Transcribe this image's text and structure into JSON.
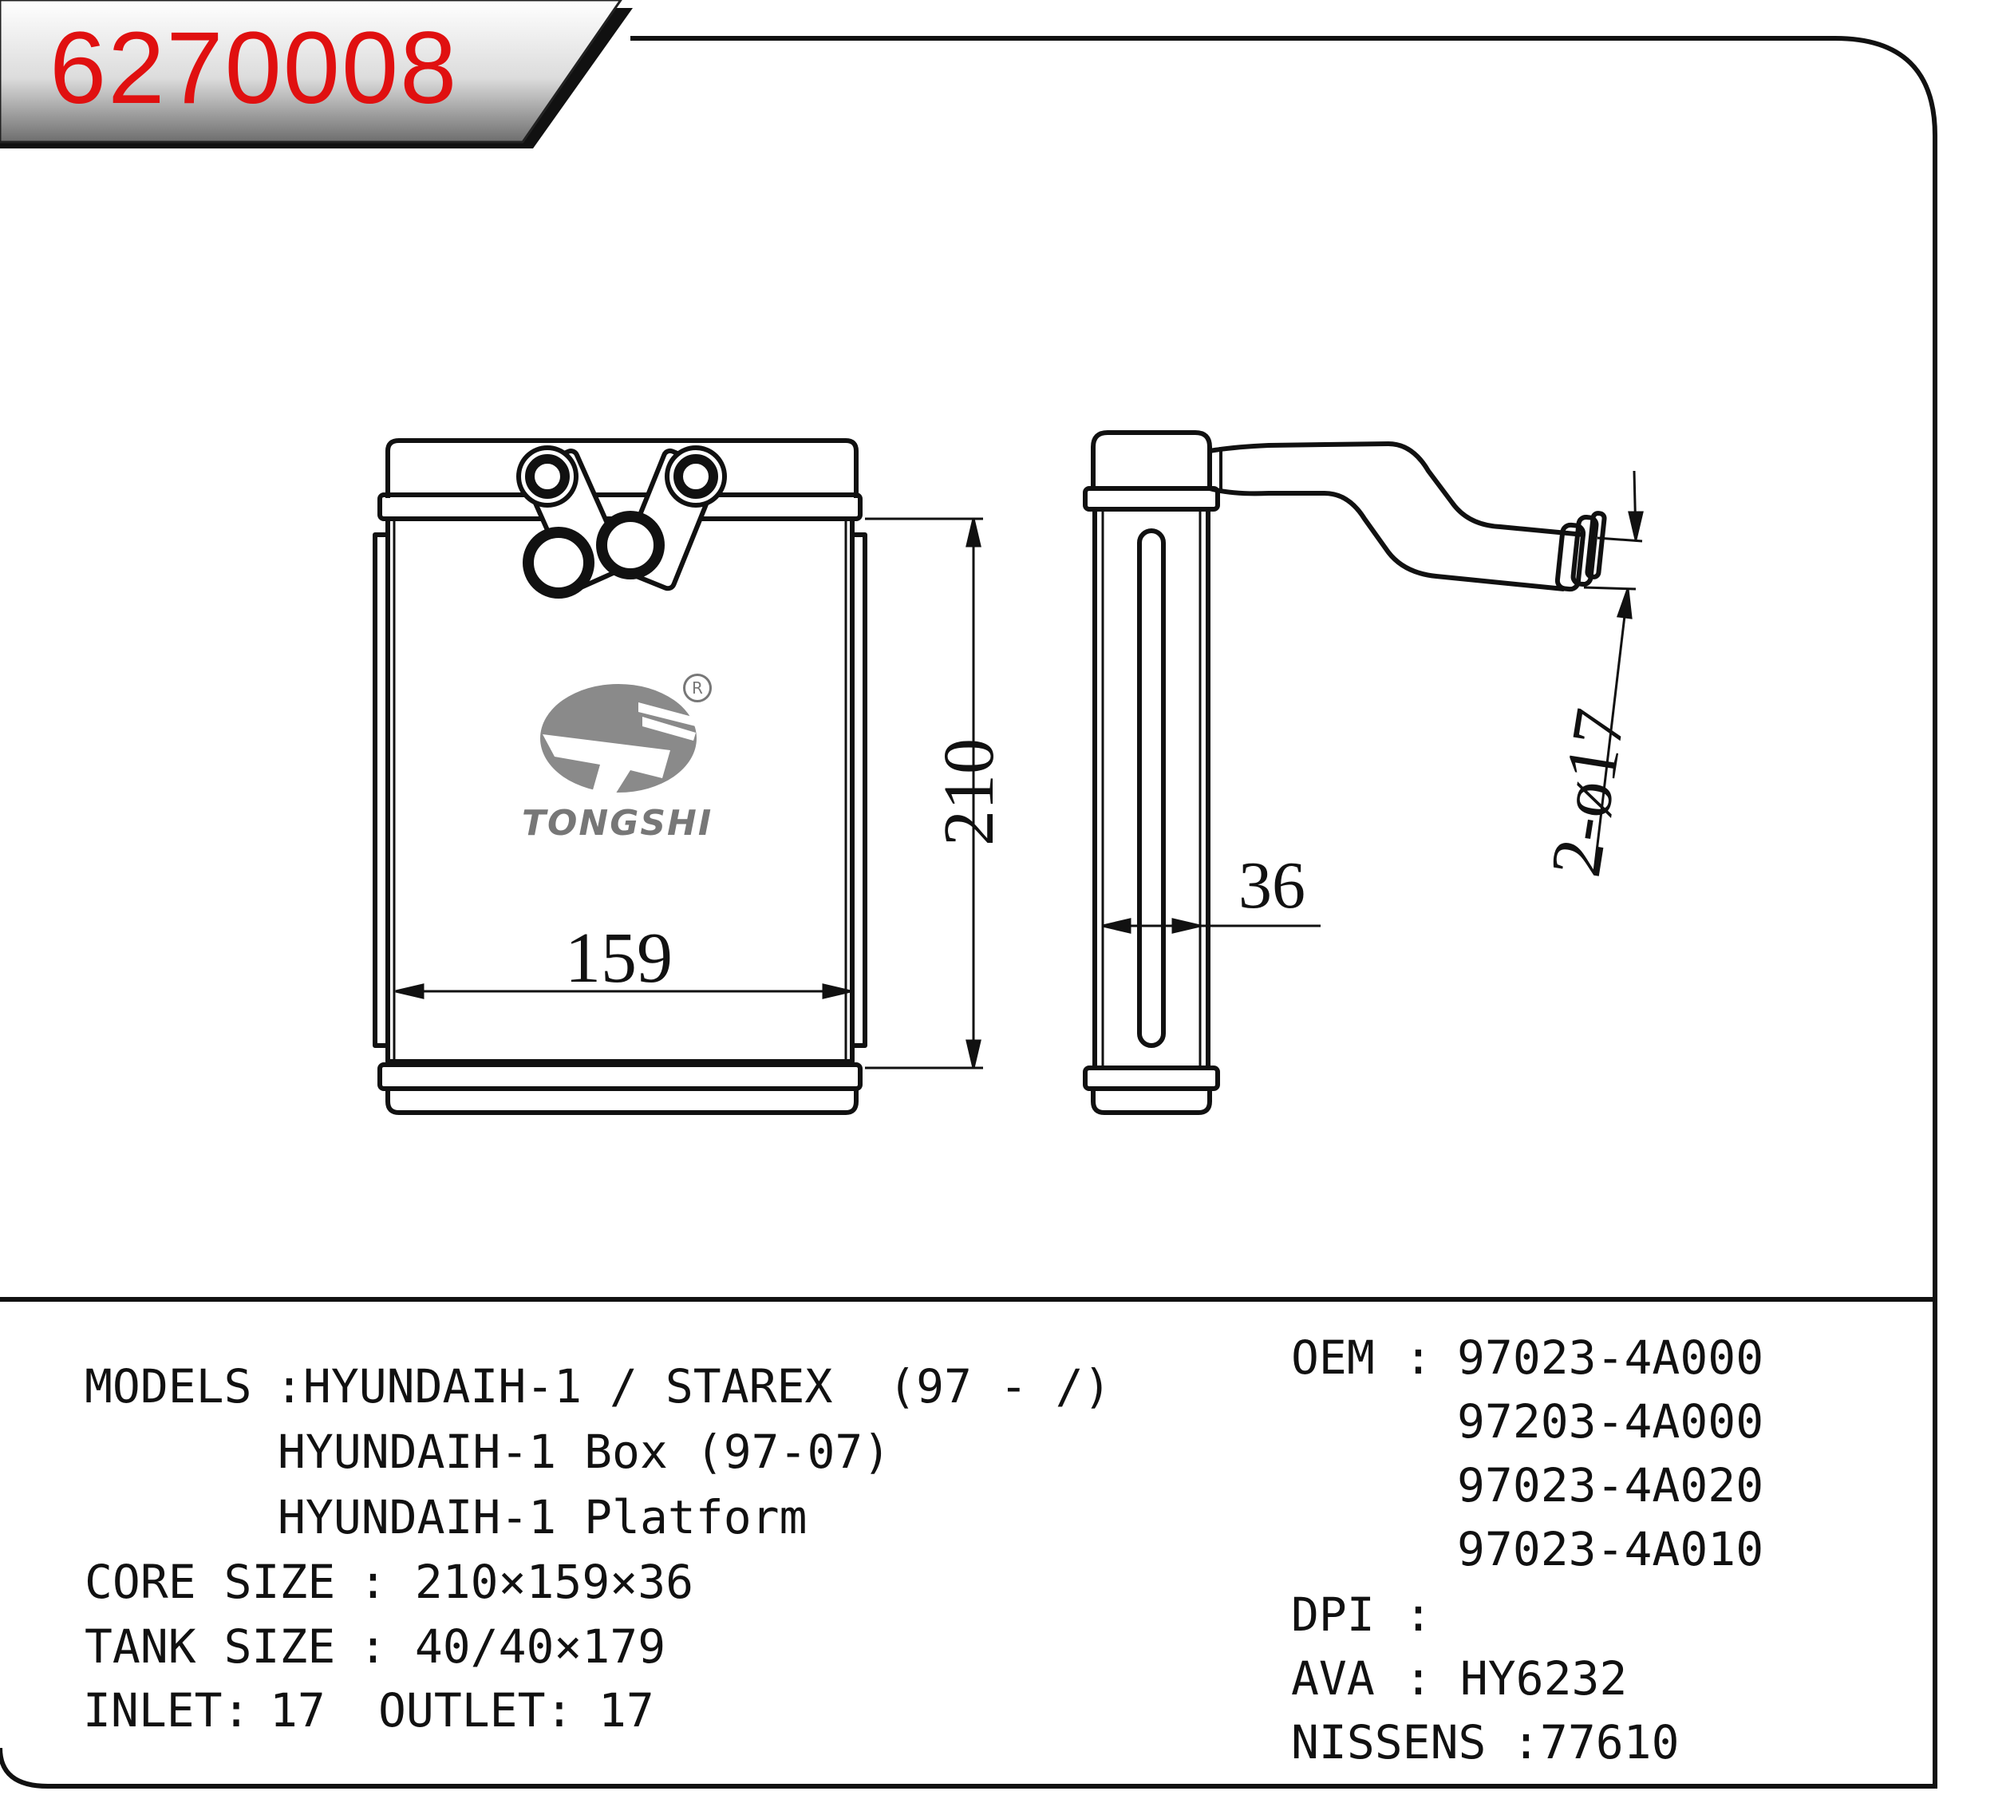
{
  "header": {
    "part_number": "6270008",
    "accent_color": "#e01010"
  },
  "drawing": {
    "dim_width": "159",
    "dim_height": "210",
    "dim_thickness": "36",
    "dim_pipe": "2-ø17",
    "logo": {
      "brand": "TONGSHI",
      "registered_mark": "R",
      "color": "#777777"
    }
  },
  "specs": {
    "models_label": "MODELS ",
    "models_line1": ":HYUNDAIH-1 / STAREX  (97 - /)",
    "models_line2": "HYUNDAIH-1 Box (97-07)",
    "models_line3": "HYUNDAIH-1 Platform",
    "core_size_label": "CORE SIZE",
    "core_size_value": ": 210×159×36",
    "tank_size_label": "TANK SIZE",
    "tank_size_value": ": 40/40×179",
    "inlet_label": "INLET:",
    "inlet_value": "17",
    "outlet_label": "OUTLET:",
    "outlet_value": "17"
  },
  "references": {
    "oem_label": "OEM",
    "oem_colon": ":",
    "oem_numbers": [
      "97023-4A000",
      "97203-4A000",
      "97023-4A020",
      "97023-4A010"
    ],
    "dpi_label": "DPI",
    "dpi_value": ":",
    "ava_label": "AVA",
    "ava_value": ": HY6232",
    "nissens_label": "NISSENS",
    "nissens_value": ":77610"
  }
}
